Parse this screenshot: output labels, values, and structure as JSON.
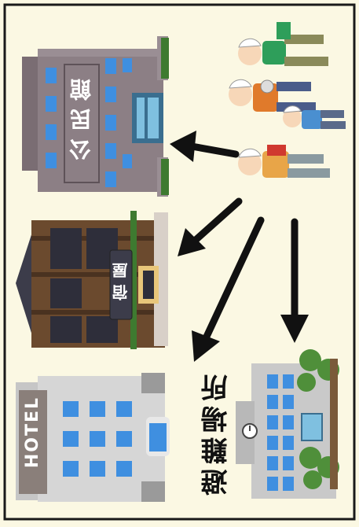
{
  "diagram": {
    "community_hall_sign": "公民館",
    "inn_sign": "宿屋",
    "hotel_sign": "HOTEL",
    "shelter_label": "避難場所",
    "colors": {
      "background": "#fbf8e3",
      "border": "#1a1a1a",
      "arrow": "#111111",
      "hall_wall": "#8c7f85",
      "hotel_wall": "#d6d6d6",
      "window_blue": "#3f8fe0",
      "shelter_wall": "#c9c9c9",
      "tree_green": "#4f8f3a",
      "inn_wood": "#6b4a2e"
    }
  }
}
